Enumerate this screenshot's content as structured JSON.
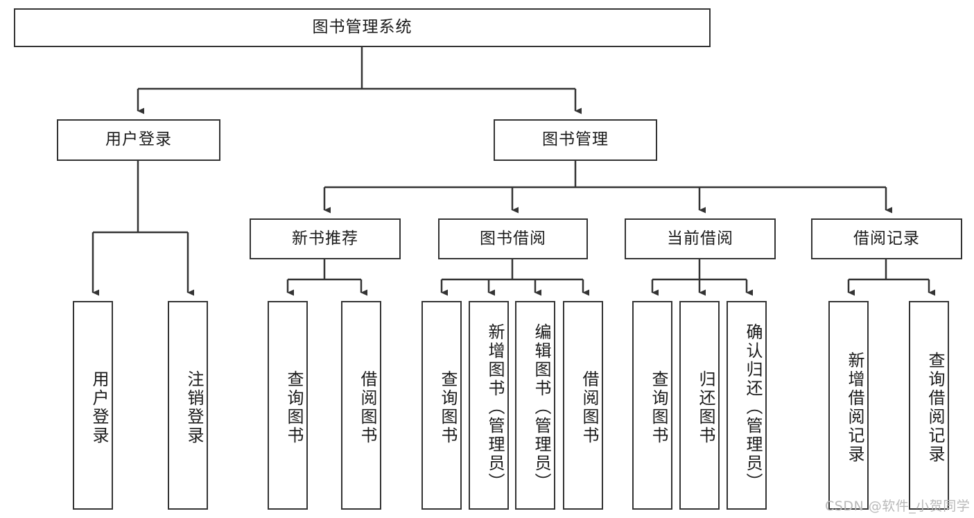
{
  "diagram": {
    "title": "图书管理系统",
    "type": "hierarchy-tree",
    "watermark": "CSDN @软件_小贺同学",
    "colors": {
      "stroke": "#333333",
      "fill": "#ffffff",
      "text": "#1a1a1a",
      "watermark": "#b9b9b9"
    },
    "levels": {
      "root": {
        "label": "图书管理系统"
      },
      "level2": [
        {
          "label": "用户登录"
        },
        {
          "label": "图书管理"
        }
      ],
      "level3": [
        {
          "label": "新书推荐"
        },
        {
          "label": "图书借阅"
        },
        {
          "label": "当前借阅"
        },
        {
          "label": "借阅记录"
        }
      ],
      "leaves": {
        "user_login": [
          {
            "label": "用户登录"
          },
          {
            "label": "注销登录"
          }
        ],
        "new_book": [
          {
            "label": "查询图书"
          },
          {
            "label": "借阅图书"
          }
        ],
        "book_borrow": [
          {
            "label": "查询图书"
          },
          {
            "label": "新增图书（管理员）"
          },
          {
            "label": "编辑图书（管理员）"
          },
          {
            "label": "借阅图书"
          }
        ],
        "current_borrow": [
          {
            "label": "查询图书"
          },
          {
            "label": "归还图书"
          },
          {
            "label": "确认归还（管理员）"
          }
        ],
        "borrow_record": [
          {
            "label": "新增借阅记录"
          },
          {
            "label": "查询借阅记录"
          }
        ]
      }
    }
  }
}
